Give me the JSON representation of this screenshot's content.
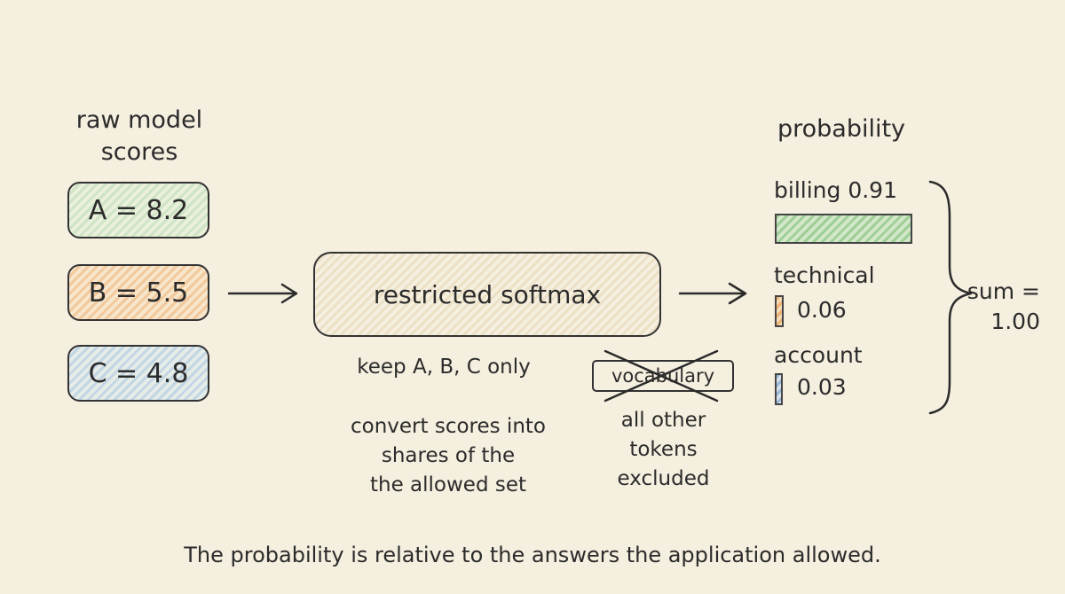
{
  "inputs": {
    "heading_line1": "raw model",
    "heading_line2": "scores",
    "scores": [
      {
        "label": "A = 8.2",
        "value": 8.2
      },
      {
        "label": "B = 5.5",
        "value": 5.5
      },
      {
        "label": "C = 4.8",
        "value": 4.8
      }
    ]
  },
  "softmax": {
    "label": "restricted softmax",
    "keep_note": "keep A, B, C only",
    "convert_line1": "convert scores into",
    "convert_line2": "shares of the",
    "convert_line3": "the allowed set"
  },
  "vocabulary": {
    "label": "vocabulary",
    "note_line1": "all other",
    "note_line2": "tokens",
    "note_line3": "excluded"
  },
  "output": {
    "heading": "probability",
    "items": [
      {
        "label": "billing 0.91",
        "value": 0.91
      },
      {
        "label": "technical",
        "value_text": "0.06",
        "value": 0.06
      },
      {
        "label": "account",
        "value_text": "0.03",
        "value": 0.03
      }
    ],
    "sum_line1": "sum =",
    "sum_line2": "1.00"
  },
  "caption": "The probability is relative to the answers the application allowed.",
  "colors": {
    "background": "#f5efdf",
    "green": "#9fcf97",
    "orange": "#eeb272",
    "blue": "#9ab8d6"
  }
}
